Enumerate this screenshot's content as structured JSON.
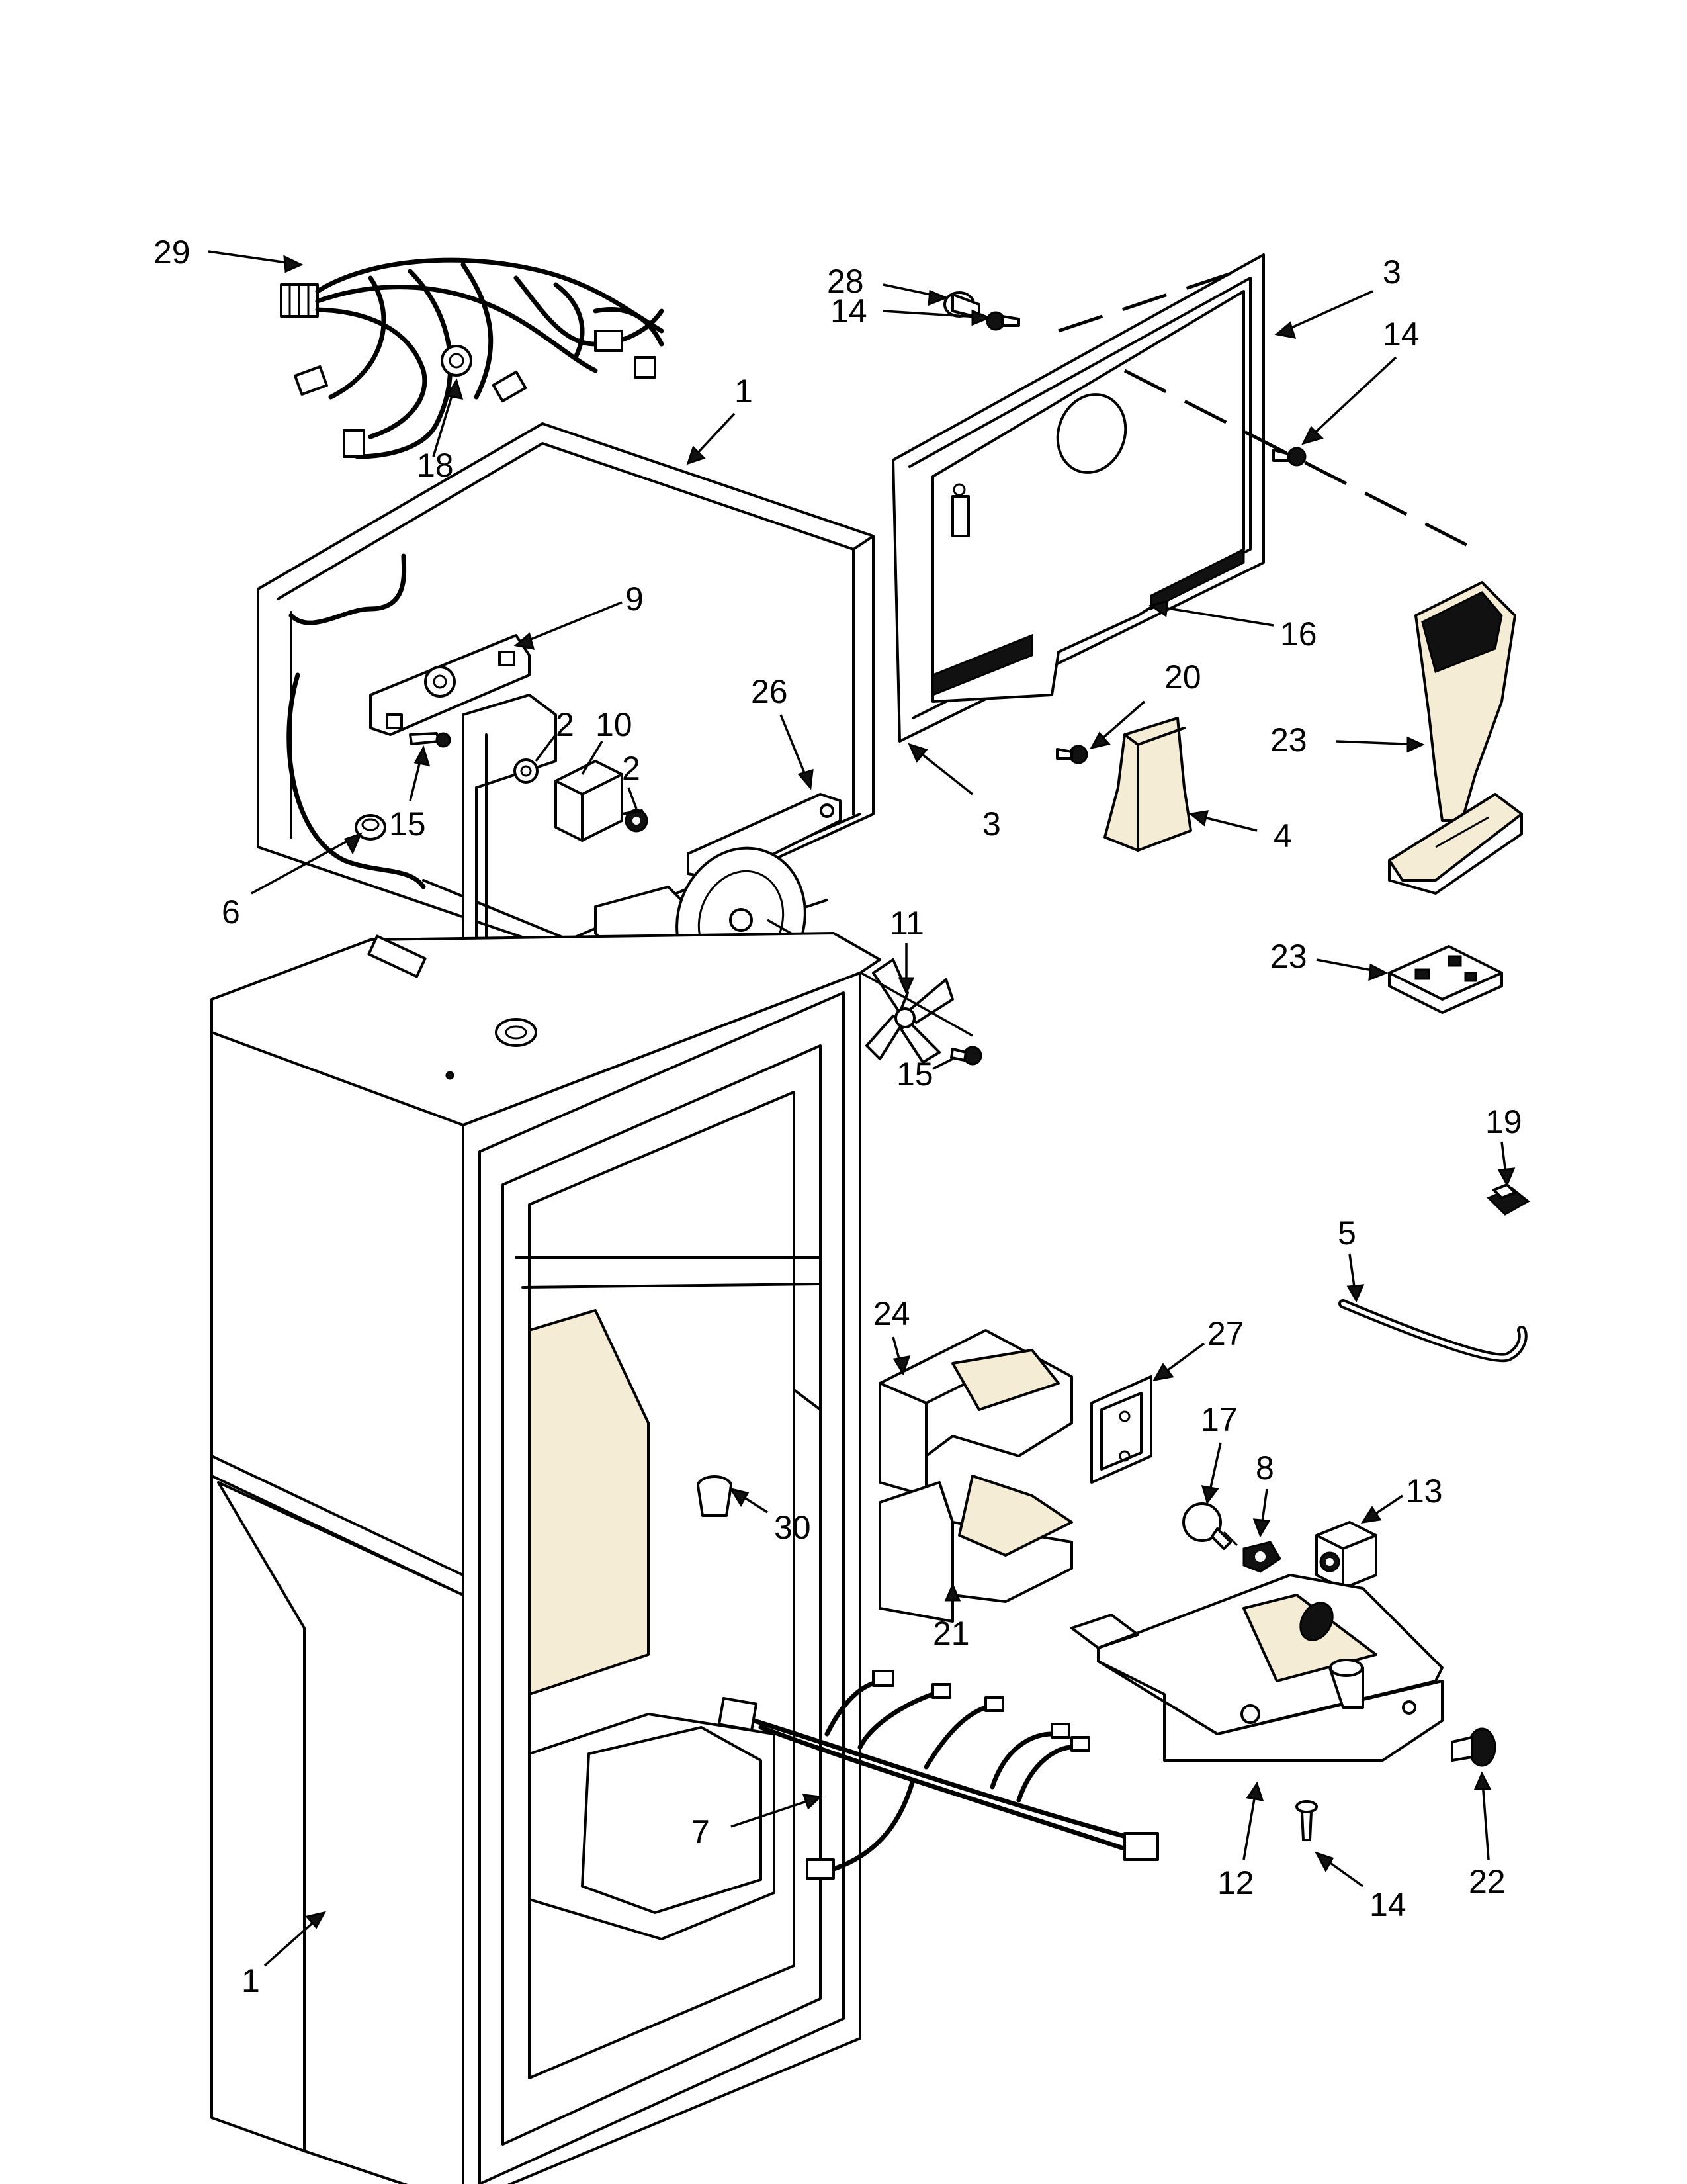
{
  "labels": [
    {
      "id": "lbl-29a",
      "text": "29"
    },
    {
      "id": "lbl-18",
      "text": "18"
    },
    {
      "id": "lbl-1a",
      "text": "1"
    },
    {
      "id": "lbl-9",
      "text": "9"
    },
    {
      "id": "lbl-26",
      "text": "26"
    },
    {
      "id": "lbl-10",
      "text": "10"
    },
    {
      "id": "lbl-2a",
      "text": "2"
    },
    {
      "id": "lbl-2b",
      "text": "2"
    },
    {
      "id": "lbl-15a",
      "text": "15"
    },
    {
      "id": "lbl-6",
      "text": "6"
    },
    {
      "id": "lbl-11",
      "text": "11"
    },
    {
      "id": "lbl-15b",
      "text": "15"
    },
    {
      "id": "lbl-28",
      "text": "28"
    },
    {
      "id": "lbl-14a",
      "text": "14"
    },
    {
      "id": "lbl-3a",
      "text": "3"
    },
    {
      "id": "lbl-14b",
      "text": "14"
    },
    {
      "id": "lbl-16",
      "text": "16"
    },
    {
      "id": "lbl-3b",
      "text": "3"
    },
    {
      "id": "lbl-20",
      "text": "20"
    },
    {
      "id": "lbl-23a",
      "text": "23"
    },
    {
      "id": "lbl-4",
      "text": "4"
    },
    {
      "id": "lbl-23b",
      "text": "23"
    },
    {
      "id": "lbl-19",
      "text": "19"
    },
    {
      "id": "lbl-5",
      "text": "5"
    },
    {
      "id": "lbl-24",
      "text": "24"
    },
    {
      "id": "lbl-27",
      "text": "27"
    },
    {
      "id": "lbl-17",
      "text": "17"
    },
    {
      "id": "lbl-8",
      "text": "8"
    },
    {
      "id": "lbl-13",
      "text": "13"
    },
    {
      "id": "lbl-30",
      "text": "30"
    },
    {
      "id": "lbl-21",
      "text": "21"
    },
    {
      "id": "lbl-1b",
      "text": "1"
    },
    {
      "id": "lbl-7",
      "text": "7"
    },
    {
      "id": "lbl-12",
      "text": "12"
    },
    {
      "id": "lbl-22",
      "text": "22"
    },
    {
      "id": "lbl-14c",
      "text": "14"
    }
  ]
}
